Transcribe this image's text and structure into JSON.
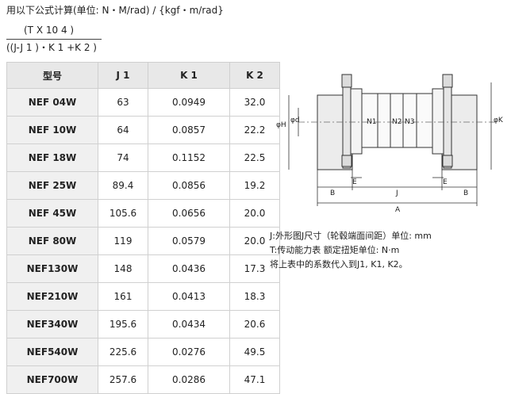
{
  "formula": {
    "title": "用以下公式计算(单位: N・M/rad) / {kgf・m/rad}",
    "numerator": "(T X 10 4 )",
    "denominator": "((J-J 1 )・K 1 +K 2 )"
  },
  "table": {
    "headers": [
      "型号",
      "J 1",
      "K 1",
      "K 2"
    ],
    "rows": [
      [
        "NEF 04W",
        "63",
        "0.0949",
        "32.0"
      ],
      [
        "NEF 10W",
        "64",
        "0.0857",
        "22.2"
      ],
      [
        "NEF 18W",
        "74",
        "0.1152",
        "22.5"
      ],
      [
        "NEF 25W",
        "89.4",
        "0.0856",
        "19.2"
      ],
      [
        "NEF 45W",
        "105.6",
        "0.0656",
        "20.0"
      ],
      [
        "NEF 80W",
        "119",
        "0.0579",
        "20.0"
      ],
      [
        "NEF130W",
        "148",
        "0.0436",
        "17.3"
      ],
      [
        "NEF210W",
        "161",
        "0.0413",
        "18.3"
      ],
      [
        "NEF340W",
        "195.6",
        "0.0434",
        "20.6"
      ],
      [
        "NEF540W",
        "225.6",
        "0.0276",
        "49.5"
      ],
      [
        "NEF700W",
        "257.6",
        "0.0286",
        "47.1"
      ]
    ]
  },
  "diagram": {
    "labels": {
      "dH": "φH",
      "dd": "φd",
      "dK": "φK",
      "N1": "N1",
      "N2": "N2",
      "N3": "N3",
      "B_left": "B",
      "E_left": "E",
      "J": "J",
      "E_right": "E",
      "B_right": "B",
      "A": "A"
    }
  },
  "notes": [
    "J:外形图J尺寸（轮毂端面间距）单位: mm",
    "T:传动能力表 额定扭矩单位: N·m",
    "将上表中的系数代入到J1, K1, K2。"
  ]
}
